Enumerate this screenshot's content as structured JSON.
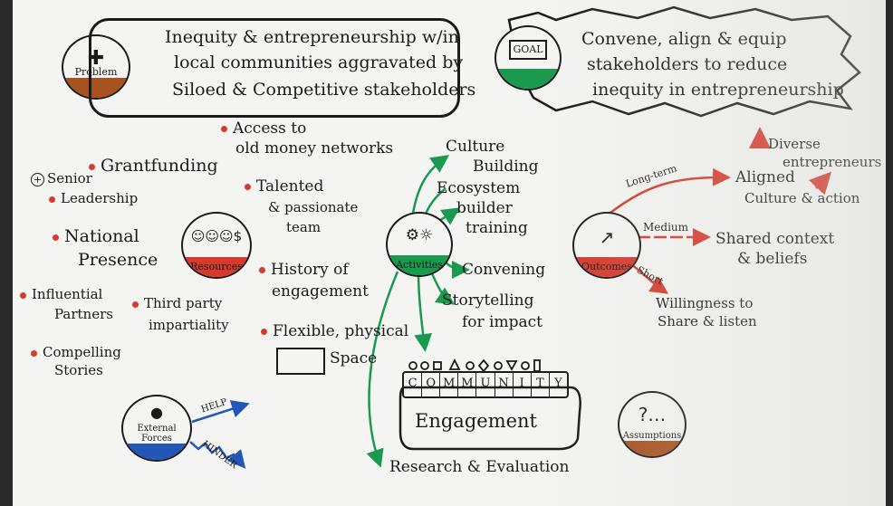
{
  "problem": {
    "circle_label": "Problem",
    "line1": "Inequity & entrepreneurship w/in",
    "line2": "local communities aggravated by",
    "line3": "Siloed & Competitive stakeholders"
  },
  "goal": {
    "circle_label": "GOAL",
    "line1": "Convene, align & equip",
    "line2": "stakeholders to reduce",
    "line3": "inequity in entrepreneurship"
  },
  "resources": {
    "circle_label": "Resources",
    "items": {
      "access1": "Access to",
      "access2": "old money networks",
      "grant": "Grantfunding",
      "senior1": "Senior",
      "senior2": "Leadership",
      "talent1": "Talented",
      "talent2": "& passionate",
      "talent3": "team",
      "national1": "National",
      "national2": "Presence",
      "history1": "History of",
      "history2": "engagement",
      "influential1": "Influential",
      "influential2": "Partners",
      "third1": "Third party",
      "third2": "impartiality",
      "flexible1": "Flexible, physical",
      "flexible2": "Space",
      "compelling1": "Compelling",
      "compelling2": "Stories"
    }
  },
  "activities": {
    "circle_label": "Activities",
    "culture1": "Culture",
    "culture2": "Building",
    "eco1": "Ecosystem",
    "eco2": "builder",
    "eco3": "training",
    "convening": "Convening",
    "story1": "Storytelling",
    "story2": "for impact",
    "research": "Research & Evaluation"
  },
  "community": {
    "letters": [
      "C",
      "O",
      "M",
      "M",
      "U",
      "N",
      "I",
      "T",
      "Y"
    ],
    "engagement": "Engagement"
  },
  "outcomes": {
    "circle_label": "Outcomes",
    "long_term": "Long-term",
    "medium": "Medium",
    "short": "Short",
    "aligned1": "Aligned",
    "aligned2": "Culture & action",
    "diverse1": "Diverse",
    "diverse2": "entrepreneurs",
    "shared1": "Shared context",
    "shared2": "& beliefs",
    "willing1": "Willingness to",
    "willing2": "Share & listen"
  },
  "external": {
    "circle_label": "External Forces",
    "help": "HELP",
    "hinder": "HINDER"
  },
  "assumptions": {
    "circle_label": "Assumptions"
  },
  "colors": {
    "red": "#d63a2d",
    "green": "#1a9a4e",
    "blue": "#2457b5",
    "brown": "#a8521f",
    "ink": "#1b1b1b"
  }
}
